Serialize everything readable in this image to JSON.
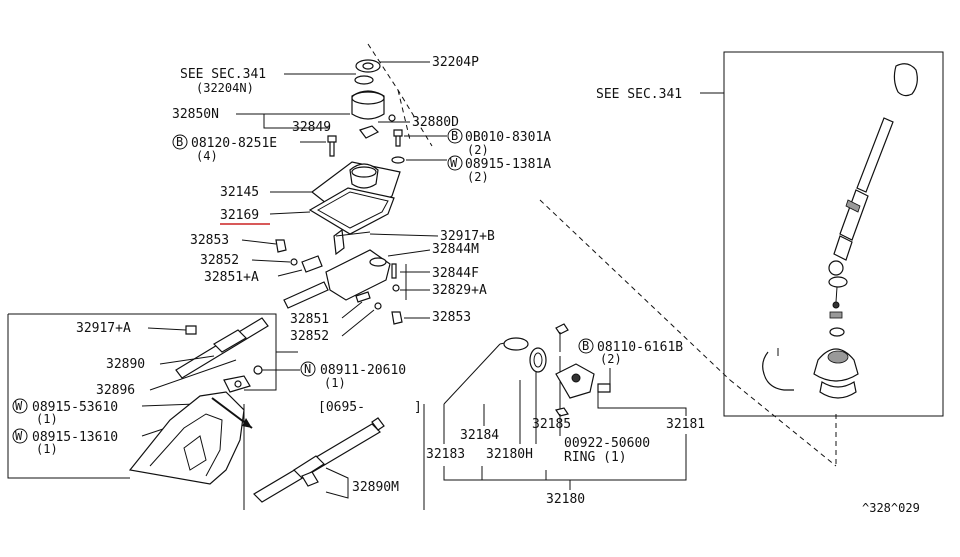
{
  "labels": {
    "see_sec_341_top": "SEE SEC.341",
    "see_sec_341_top_sub": "(32204N)",
    "p32204P": "32204P",
    "p32850N": "32850N",
    "p32849": "32849",
    "p32880D": "32880D",
    "b08120": "08120-8251E",
    "b08120_qty": "(4)",
    "b0B010": "0B010-8301A",
    "b0B010_qty": "(2)",
    "w08915_1381": "08915-1381A",
    "w08915_1381_qty": "(2)",
    "p32145": "32145",
    "p32169": "32169",
    "p32917B": "32917+B",
    "p32844M": "32844M",
    "p32853_left": "32853",
    "p32852_top": "32852",
    "p32844F": "32844F",
    "p32851A": "32851+A",
    "p32829A": "32829+A",
    "p32851": "32851",
    "p32853_right": "32853",
    "p32852_bottom": "32852",
    "p32917A": "32917+A",
    "p32890": "32890",
    "n08911": "08911-20610",
    "n08911_qty": "(1)",
    "p32896": "32896",
    "w08915_5361": "08915-53610",
    "w08915_5361_qty": "(1)",
    "w08915_1361": "08915-13610",
    "w08915_1361_qty": "(1)",
    "date_code": "[0695-",
    "date_code_end": "]",
    "p32890M": "32890M",
    "see_sec_341_right": "SEE SEC.341",
    "b08110": "08110-6161B",
    "b08110_qty": "(2)",
    "p32184": "32184",
    "p32185": "32185",
    "p32181": "32181",
    "p00922": "00922-50600",
    "ring": "RING (1)",
    "p32183": "32183",
    "p32180H": "32180H",
    "p32180": "32180",
    "footer_code": "^328^029"
  },
  "symbols": {
    "bolt": "B",
    "washer": "W",
    "nut": "N"
  },
  "colors": {
    "ink": "#111111",
    "highlight_underline": "#cc2222"
  }
}
